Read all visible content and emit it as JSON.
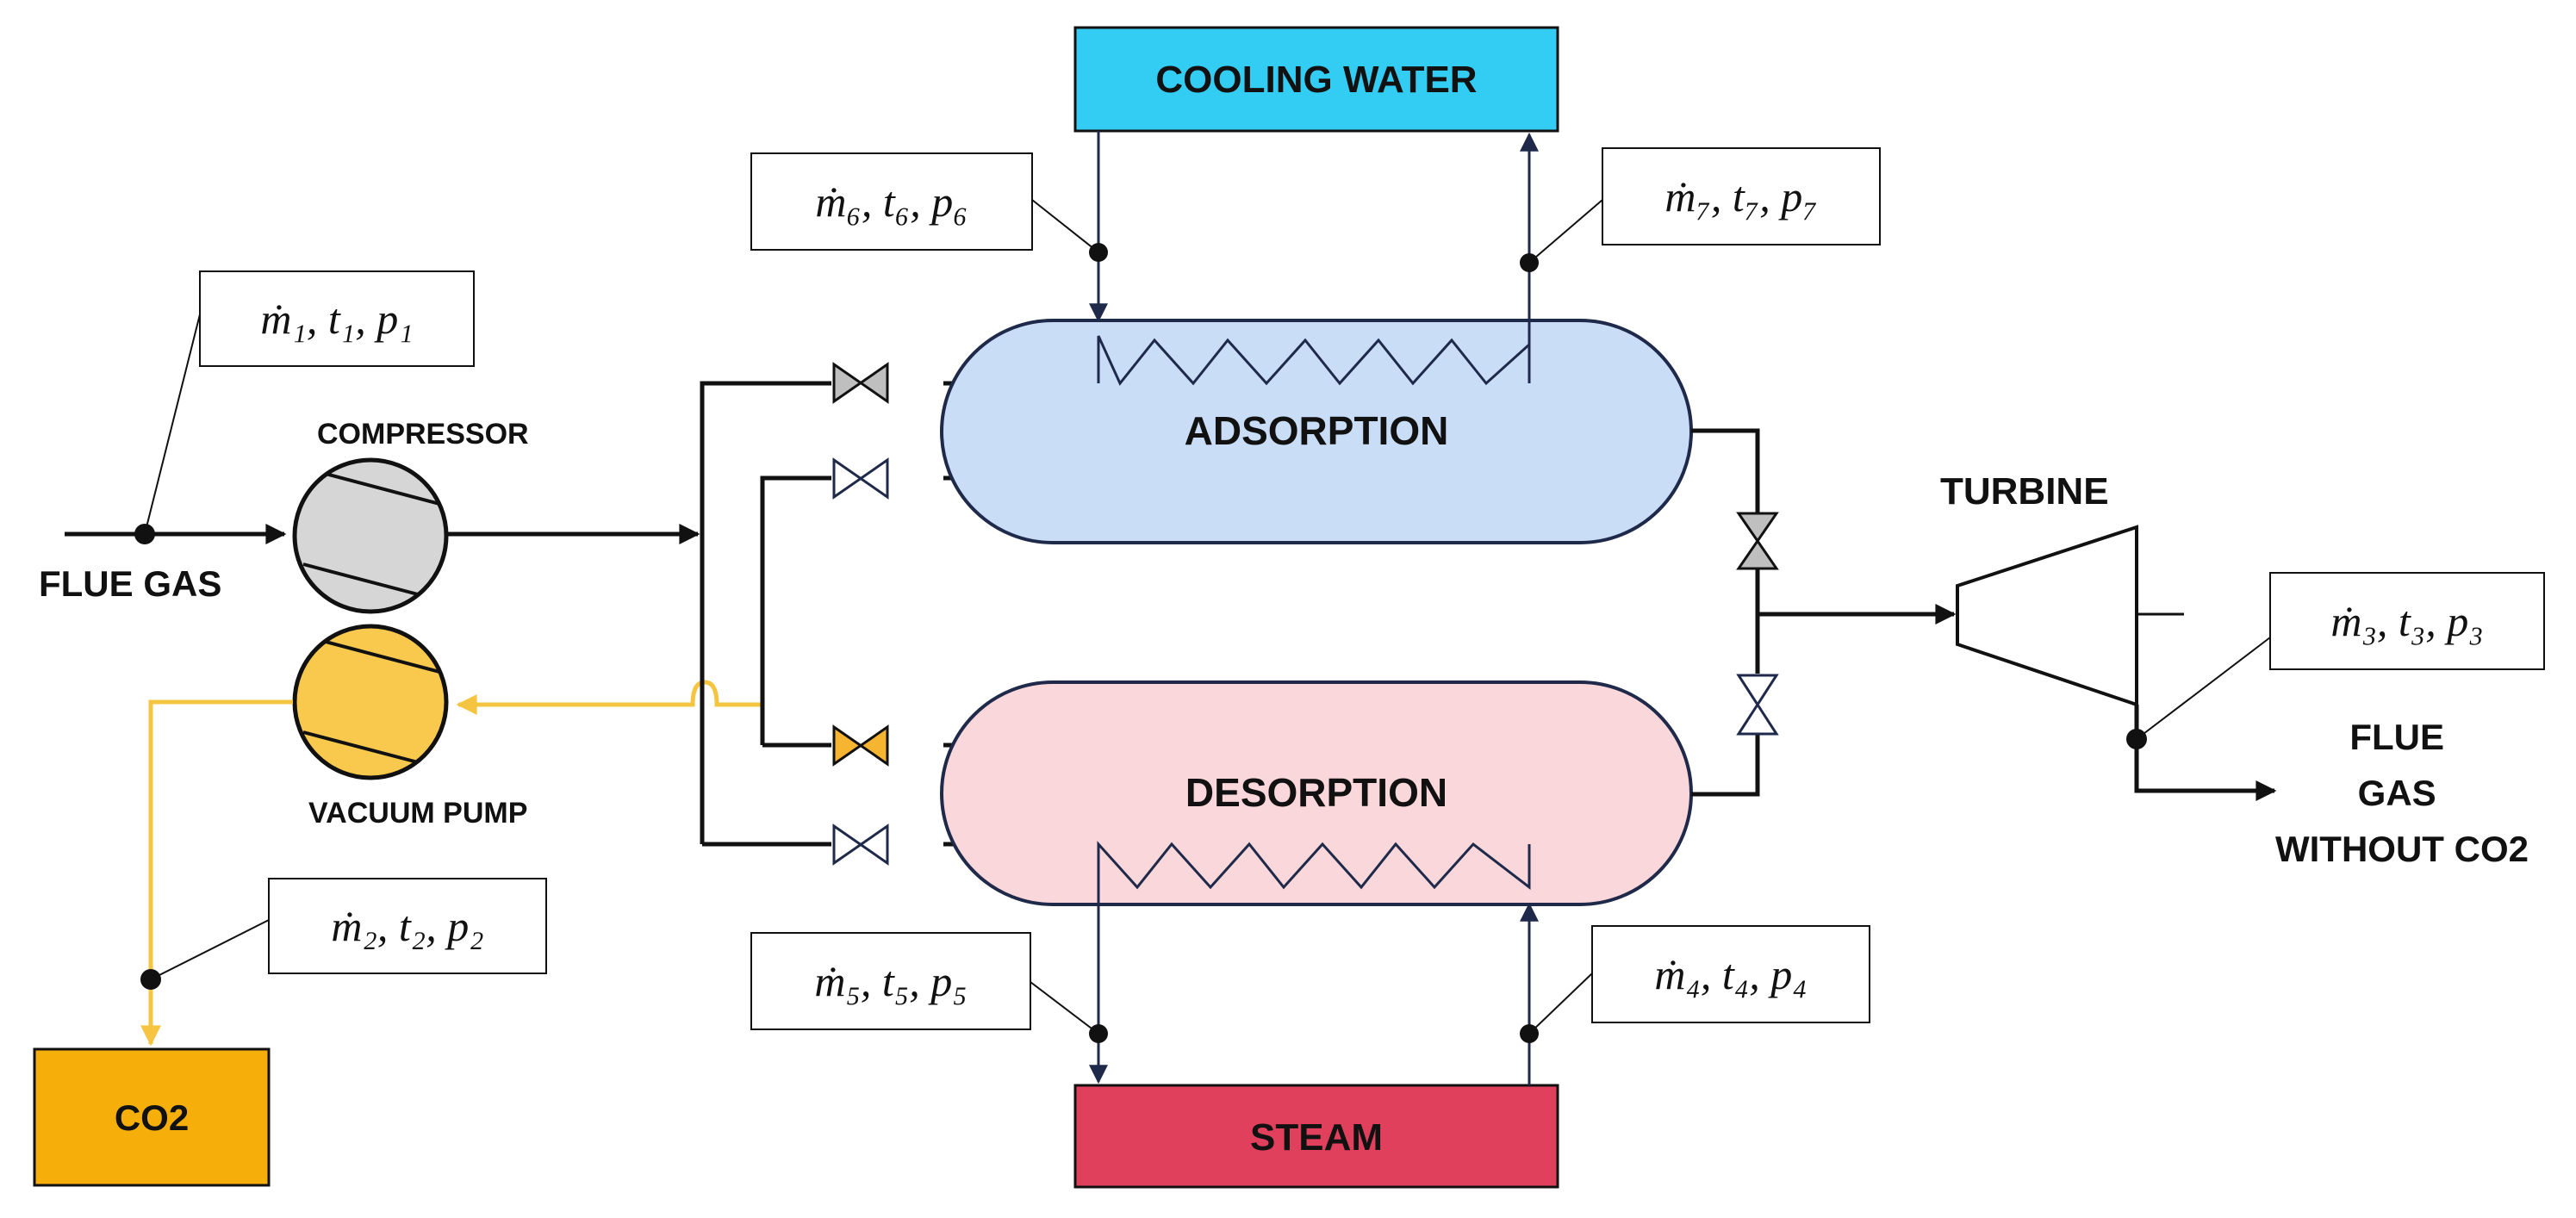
{
  "colors": {
    "line": "#111111",
    "co2_line": "#F5C542",
    "cooling_water": "#33CCF2",
    "steam": "#E0405C",
    "co2_box": "#F5AE0A",
    "adsorption_fill": "#C9DDF7",
    "desorption_fill": "#FAD7DA",
    "compressor_fill": "#D6D6D6",
    "vacuum_pump_fill": "#F9C94E",
    "valve_grey": "#BFBFBF",
    "valve_orange": "#F5B530",
    "valve_white": "#FFFFFF",
    "arrow_navy": "#1F2A4A"
  },
  "labels": {
    "flue_gas_in": "FLUE GAS",
    "compressor": "COMPRESSOR",
    "vacuum_pump": "VACUUM PUMP",
    "turbine": "TURBINE",
    "flue_gas_out": [
      "FLUE",
      "GAS",
      "WITHOUT CO2"
    ]
  },
  "boxes": {
    "cooling_water": "COOLING WATER",
    "steam": "STEAM",
    "co2": "CO2"
  },
  "vessels": {
    "adsorption": "ADSORPTION",
    "desorption": "DESORPTION"
  },
  "state_points": [
    {
      "id": "1",
      "label": "ṁ₁, t₁, p₁"
    },
    {
      "id": "2",
      "label": "ṁ₂, t₂, p₂"
    },
    {
      "id": "3",
      "label": "ṁ₃, t₃, p₃"
    },
    {
      "id": "4",
      "label": "ṁ₄, t₄, p₄"
    },
    {
      "id": "5",
      "label": "ṁ₅, t₅, p₅"
    },
    {
      "id": "6",
      "label": "ṁ₆, t₆, p₆"
    },
    {
      "id": "7",
      "label": "ṁ₇, t₇, p₇"
    }
  ]
}
